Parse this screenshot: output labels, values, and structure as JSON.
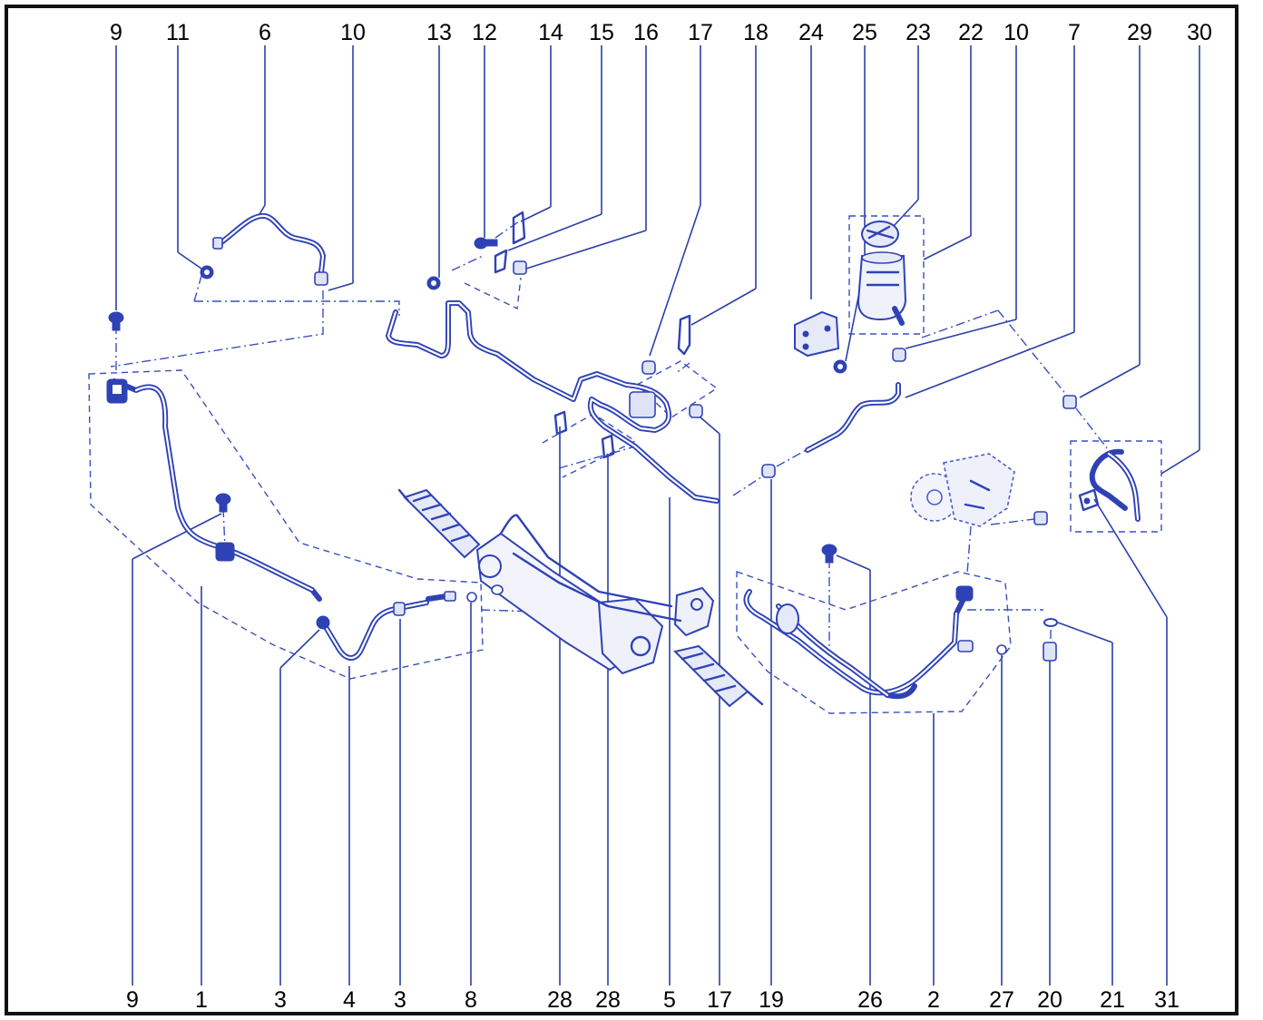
{
  "diagram": {
    "top_callouts": [
      "9",
      "11",
      "6",
      "10",
      "13",
      "12",
      "14",
      "15",
      "16",
      "17",
      "18",
      "24",
      "25",
      "23",
      "22",
      "10",
      "7",
      "29",
      "30"
    ],
    "bottom_callouts": [
      "9",
      "1",
      "3",
      "4",
      "3",
      "8",
      "28",
      "28",
      "5",
      "17",
      "19",
      "26",
      "2",
      "27",
      "20",
      "21",
      "31"
    ]
  }
}
